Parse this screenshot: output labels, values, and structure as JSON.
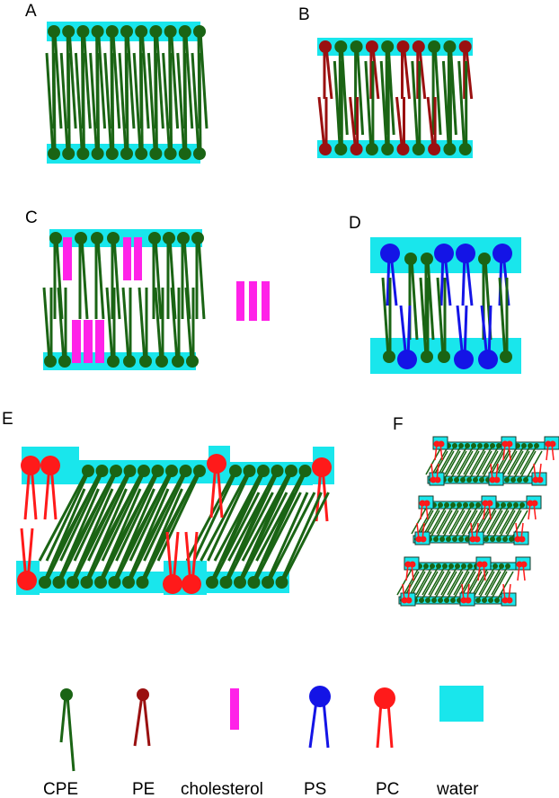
{
  "panels": {
    "A": {
      "label": "A"
    },
    "B": {
      "label": "B"
    },
    "C": {
      "label": "C"
    },
    "D": {
      "label": "D"
    },
    "E": {
      "label": "E"
    },
    "F": {
      "label": "F"
    }
  },
  "legend": [
    {
      "key": "CPE",
      "label": "CPE",
      "icon": "lipid-small-head-long-tails"
    },
    {
      "key": "PE",
      "label": "PE",
      "icon": "lipid-small-head-short-tails"
    },
    {
      "key": "cholesterol",
      "label": "cholesterol",
      "icon": "bar"
    },
    {
      "key": "PS",
      "label": "PS",
      "icon": "lipid-large-head"
    },
    {
      "key": "PC",
      "label": "PC",
      "icon": "lipid-large-head"
    },
    {
      "key": "water",
      "label": "water",
      "icon": "square"
    }
  ],
  "colors": {
    "CPE": "#1a6414",
    "PE": "#9a1010",
    "cholesterol": "#ff22e8",
    "PS": "#1414e6",
    "PC": "#ff1a1a",
    "water": "#19e6ec"
  }
}
